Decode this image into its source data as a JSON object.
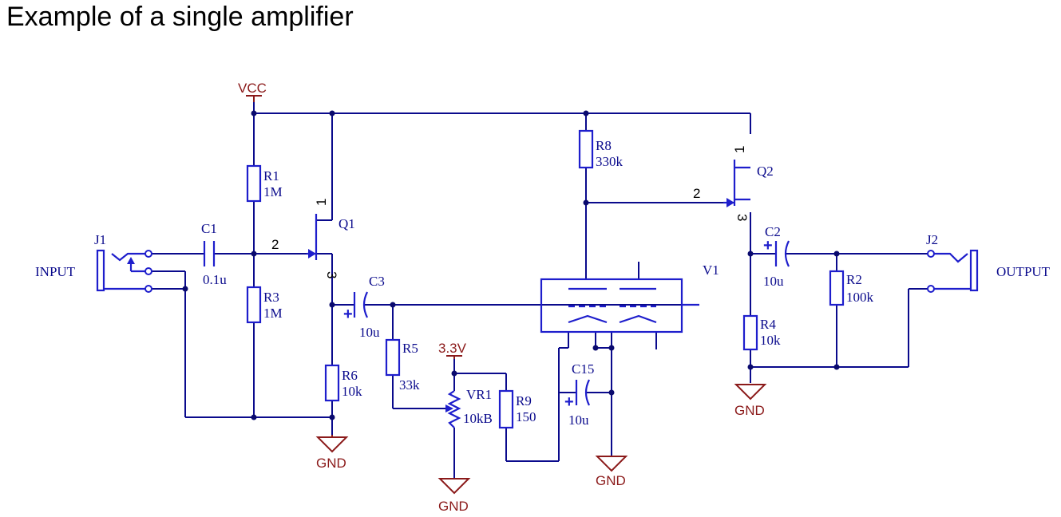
{
  "title": "Example of a single amplifier",
  "colors": {
    "wire": "#0a0a8c",
    "component": "#1e1ecc",
    "power": "#8b1a1a"
  },
  "power": {
    "vcc": "VCC",
    "v33": "3.3V",
    "gnd": "GND"
  },
  "connectors": {
    "j1": {
      "ref": "J1",
      "label": "INPUT"
    },
    "j2": {
      "ref": "J2",
      "label": "OUTPUT"
    }
  },
  "resistors": {
    "r1": {
      "ref": "R1",
      "value": "1M"
    },
    "r3": {
      "ref": "R3",
      "value": "1M"
    },
    "r6": {
      "ref": "R6",
      "value": "10k"
    },
    "r5": {
      "ref": "R5",
      "value": "33k"
    },
    "r9": {
      "ref": "R9",
      "value": "150"
    },
    "r8": {
      "ref": "R8",
      "value": "330k"
    },
    "r4": {
      "ref": "R4",
      "value": "10k"
    },
    "r2": {
      "ref": "R2",
      "value": "100k"
    }
  },
  "capacitors": {
    "c1": {
      "ref": "C1",
      "value": "0.1u"
    },
    "c3": {
      "ref": "C3",
      "value": "10u"
    },
    "c15": {
      "ref": "C15",
      "value": "10u"
    },
    "c2": {
      "ref": "C2",
      "value": "10u"
    }
  },
  "transistors": {
    "q1": {
      "ref": "Q1",
      "pin1": "1",
      "pin2": "2",
      "pin3": "3"
    },
    "q2": {
      "ref": "Q2",
      "pin1": "1",
      "pin2": "2",
      "pin3": "3"
    }
  },
  "potentiometer": {
    "ref": "VR1",
    "value": "10kB"
  },
  "tube": {
    "ref": "V1"
  },
  "polarity": "+"
}
